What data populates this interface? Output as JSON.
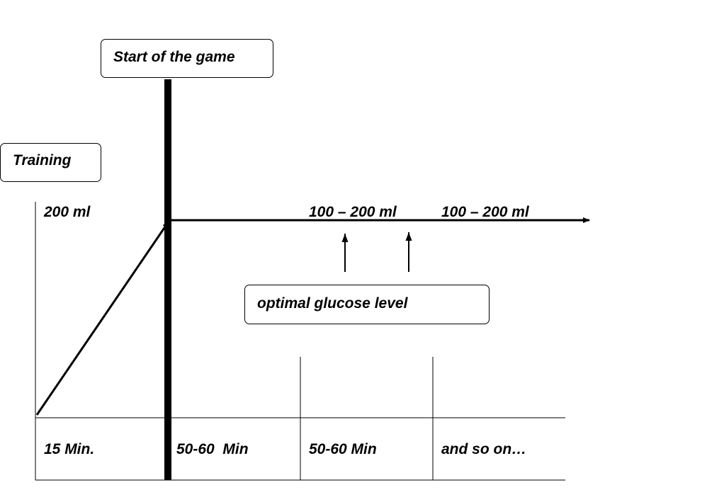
{
  "labels": {
    "start": "Start of the game",
    "training": "Training",
    "optimal": "optimal glucose level",
    "level_initial": "200 ml",
    "level_range_1": "100 – 200 ml",
    "level_range_2": "100 – 200 ml"
  },
  "periods": [
    "15 Min.",
    "50-60  Min",
    "50-60 Min",
    "and so on…"
  ]
}
